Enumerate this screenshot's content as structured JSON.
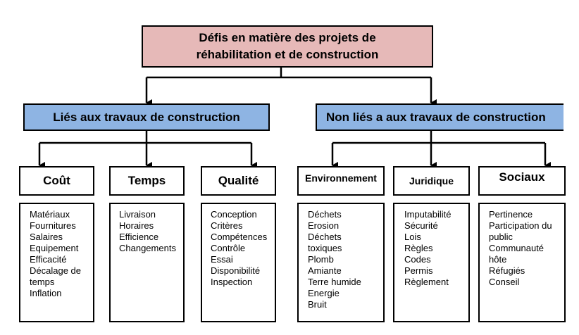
{
  "root": {
    "line1": "Défis en matière des projets de",
    "line2": "réhabilitation et de construction"
  },
  "groups": [
    {
      "label": "Liés aux travaux de construction",
      "categories": [
        {
          "title": "Coût",
          "items": [
            "Matériaux",
            "Fournitures",
            "Salaires",
            "Equipement",
            "Efficacité",
            "Décalage de temps",
            "Inflation"
          ]
        },
        {
          "title": "Temps",
          "items": [
            "Livraison",
            "Horaires",
            "Efficience",
            "Changements"
          ]
        },
        {
          "title": "Qualité",
          "items": [
            "Conception",
            "Critères",
            "Compétences",
            "Contrôle",
            "Essai",
            "Disponibilité",
            "Inspection"
          ]
        }
      ]
    },
    {
      "label": "Non liés a aux travaux de construction",
      "categories": [
        {
          "title": "Environnement",
          "items": [
            "Déchets",
            "Erosion",
            "Déchets toxiques",
            "Plomb",
            "Amiante",
            "Terre humide",
            "Energie",
            "Bruit"
          ]
        },
        {
          "title": "Juridique",
          "items": [
            "Imputabilité",
            "Sécurité",
            "Lois",
            "Règles",
            "Codes",
            "Permis",
            "Règlement"
          ]
        },
        {
          "title": "Sociaux",
          "items": [
            "Pertinence",
            "Participation du public",
            "Communauté hôte",
            "Réfugiés",
            "Conseil"
          ]
        }
      ]
    }
  ]
}
